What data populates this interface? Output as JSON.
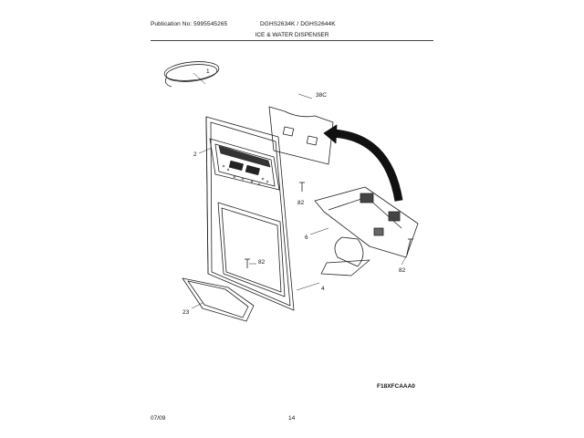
{
  "header": {
    "publication": "Publication No: 5995545265",
    "models": "DGHS2634K / DGHS2644K",
    "section_title": "ICE & WATER DISPENSER"
  },
  "callouts": {
    "c1": "1",
    "c2": "2",
    "c4": "4",
    "c6": "6",
    "c23": "23",
    "c38c": "38C",
    "c82a": "82",
    "c82b": "82",
    "c82c": "82"
  },
  "footer": {
    "figure_code": "F18XFCAAA0",
    "date": "07/09",
    "page": "14"
  }
}
